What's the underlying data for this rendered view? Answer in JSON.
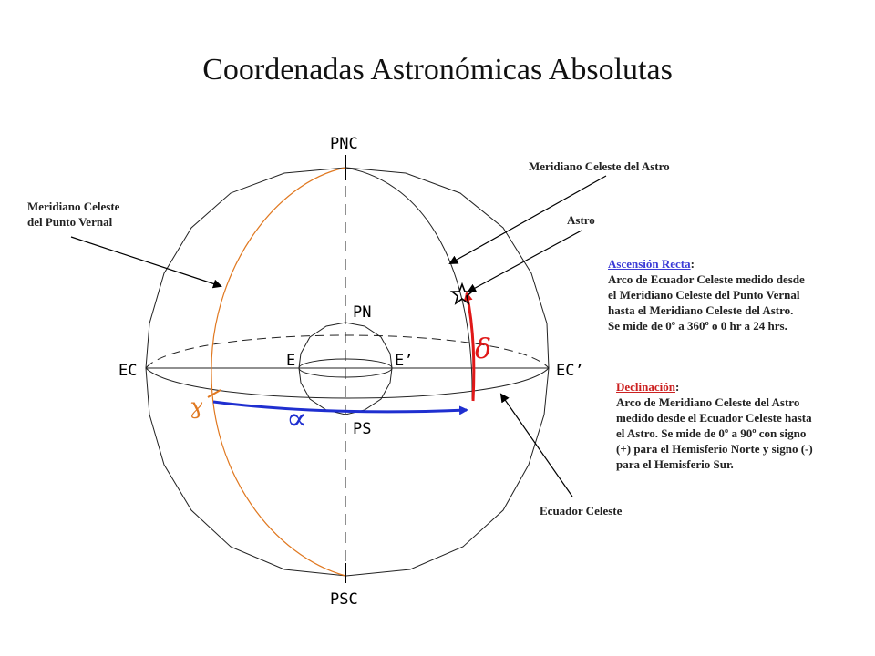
{
  "title": "Coordenadas Astronómicas Absolutas",
  "points": {
    "pnc": "PNC",
    "psc": "PSC",
    "pn": "PN",
    "ps": "PS",
    "ec": "EC",
    "ec_prime": "EC’",
    "e": "E",
    "e_prime": "E’"
  },
  "callouts": {
    "meridiano_vernal": [
      "Meridiano Celeste",
      "del Punto Vernal"
    ],
    "meridiano_astro": "Meridiano Celeste del Astro",
    "astro": "Astro",
    "ecuador": "Ecuador Celeste"
  },
  "ascension": {
    "heading": "Ascensión Recta",
    "lines": [
      "Arco de Ecuador Celeste medido desde",
      "el Meridiano Celeste del Punto Vernal",
      "hasta el Meridiano Celeste del Astro.",
      "Se mide de 0º a 360º o 0 hr a 24 hrs."
    ]
  },
  "declinacion": {
    "heading": "Declinación",
    "lines": [
      "Arco de Meridiano Celeste del Astro",
      "medido desde el Ecuador Celeste hasta",
      "el Astro. Se mide de 0º a 90º con signo",
      "(+) para el Hemisferio Norte y signo (-)",
      "para el Hemisferio Sur."
    ]
  },
  "symbols": {
    "alpha": "∝",
    "delta": "δ",
    "gamma": "ɣ"
  },
  "colors": {
    "vernal_meridian": "#e07820",
    "right_ascension_arc": "#1f2fd0",
    "declination_arc": "#e01818",
    "ascension_heading": "#3b3bd6",
    "declinacion_heading": "#cc2020"
  }
}
